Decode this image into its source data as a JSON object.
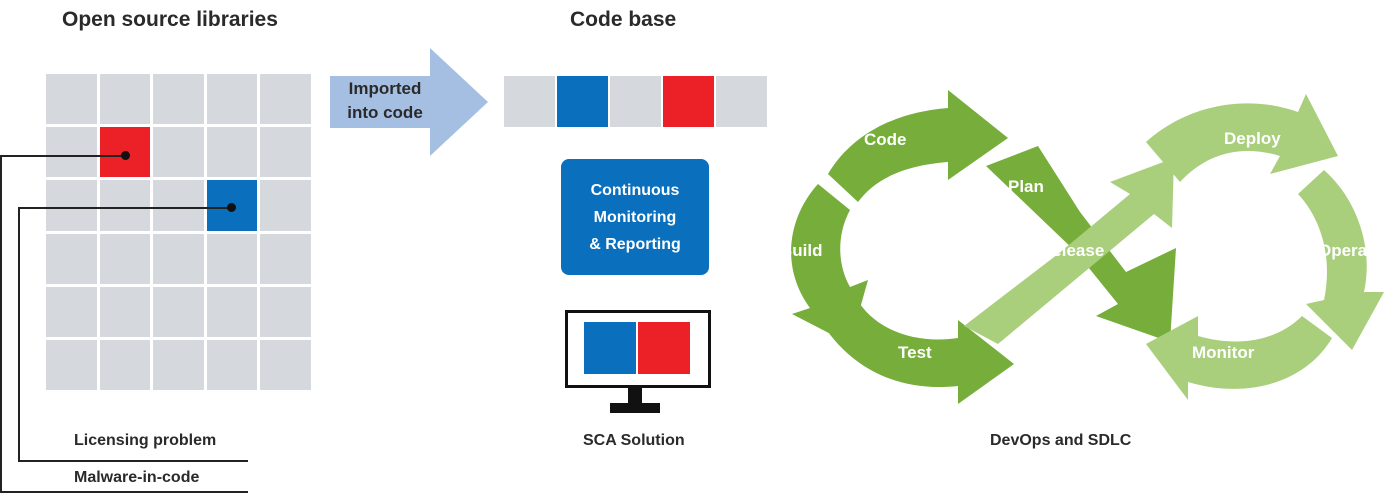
{
  "titles": {
    "open_source": "Open source libraries",
    "code_base": "Code base"
  },
  "arrow": {
    "line1": "Imported",
    "line2": "into code"
  },
  "grid": {
    "rows": 6,
    "cols": 5,
    "cells": [
      [
        "gray",
        "gray",
        "gray",
        "gray",
        "gray"
      ],
      [
        "gray",
        "red",
        "gray",
        "gray",
        "gray"
      ],
      [
        "gray",
        "gray",
        "gray",
        "blue",
        "gray"
      ],
      [
        "gray",
        "gray",
        "gray",
        "gray",
        "gray"
      ],
      [
        "gray",
        "gray",
        "gray",
        "gray",
        "gray"
      ],
      [
        "gray",
        "gray",
        "gray",
        "gray",
        "gray"
      ]
    ]
  },
  "codebase": {
    "segments": [
      "gray",
      "blue",
      "gray",
      "red",
      "gray"
    ]
  },
  "monitoring": {
    "line1": "Continuous",
    "line2": "Monitoring",
    "line3": "& Reporting"
  },
  "sca": {
    "label": "SCA Solution"
  },
  "legend": {
    "licensing": "Licensing problem",
    "malware": "Malware-in-code"
  },
  "devops": {
    "label": "DevOps and SDLC",
    "stages": {
      "code": "Code",
      "plan": "Plan",
      "build": "Build",
      "test": "Test",
      "release": "Release",
      "deploy": "Deploy",
      "operate": "Operate",
      "monitor": "Monitor"
    }
  },
  "colors": {
    "red": "#ec2027",
    "blue": "#0a6fbd",
    "gray": "#d5d8dd",
    "arrow": "#a5bfe3",
    "green_dark": "#76ad3b",
    "green_light": "#a9cf7c"
  }
}
